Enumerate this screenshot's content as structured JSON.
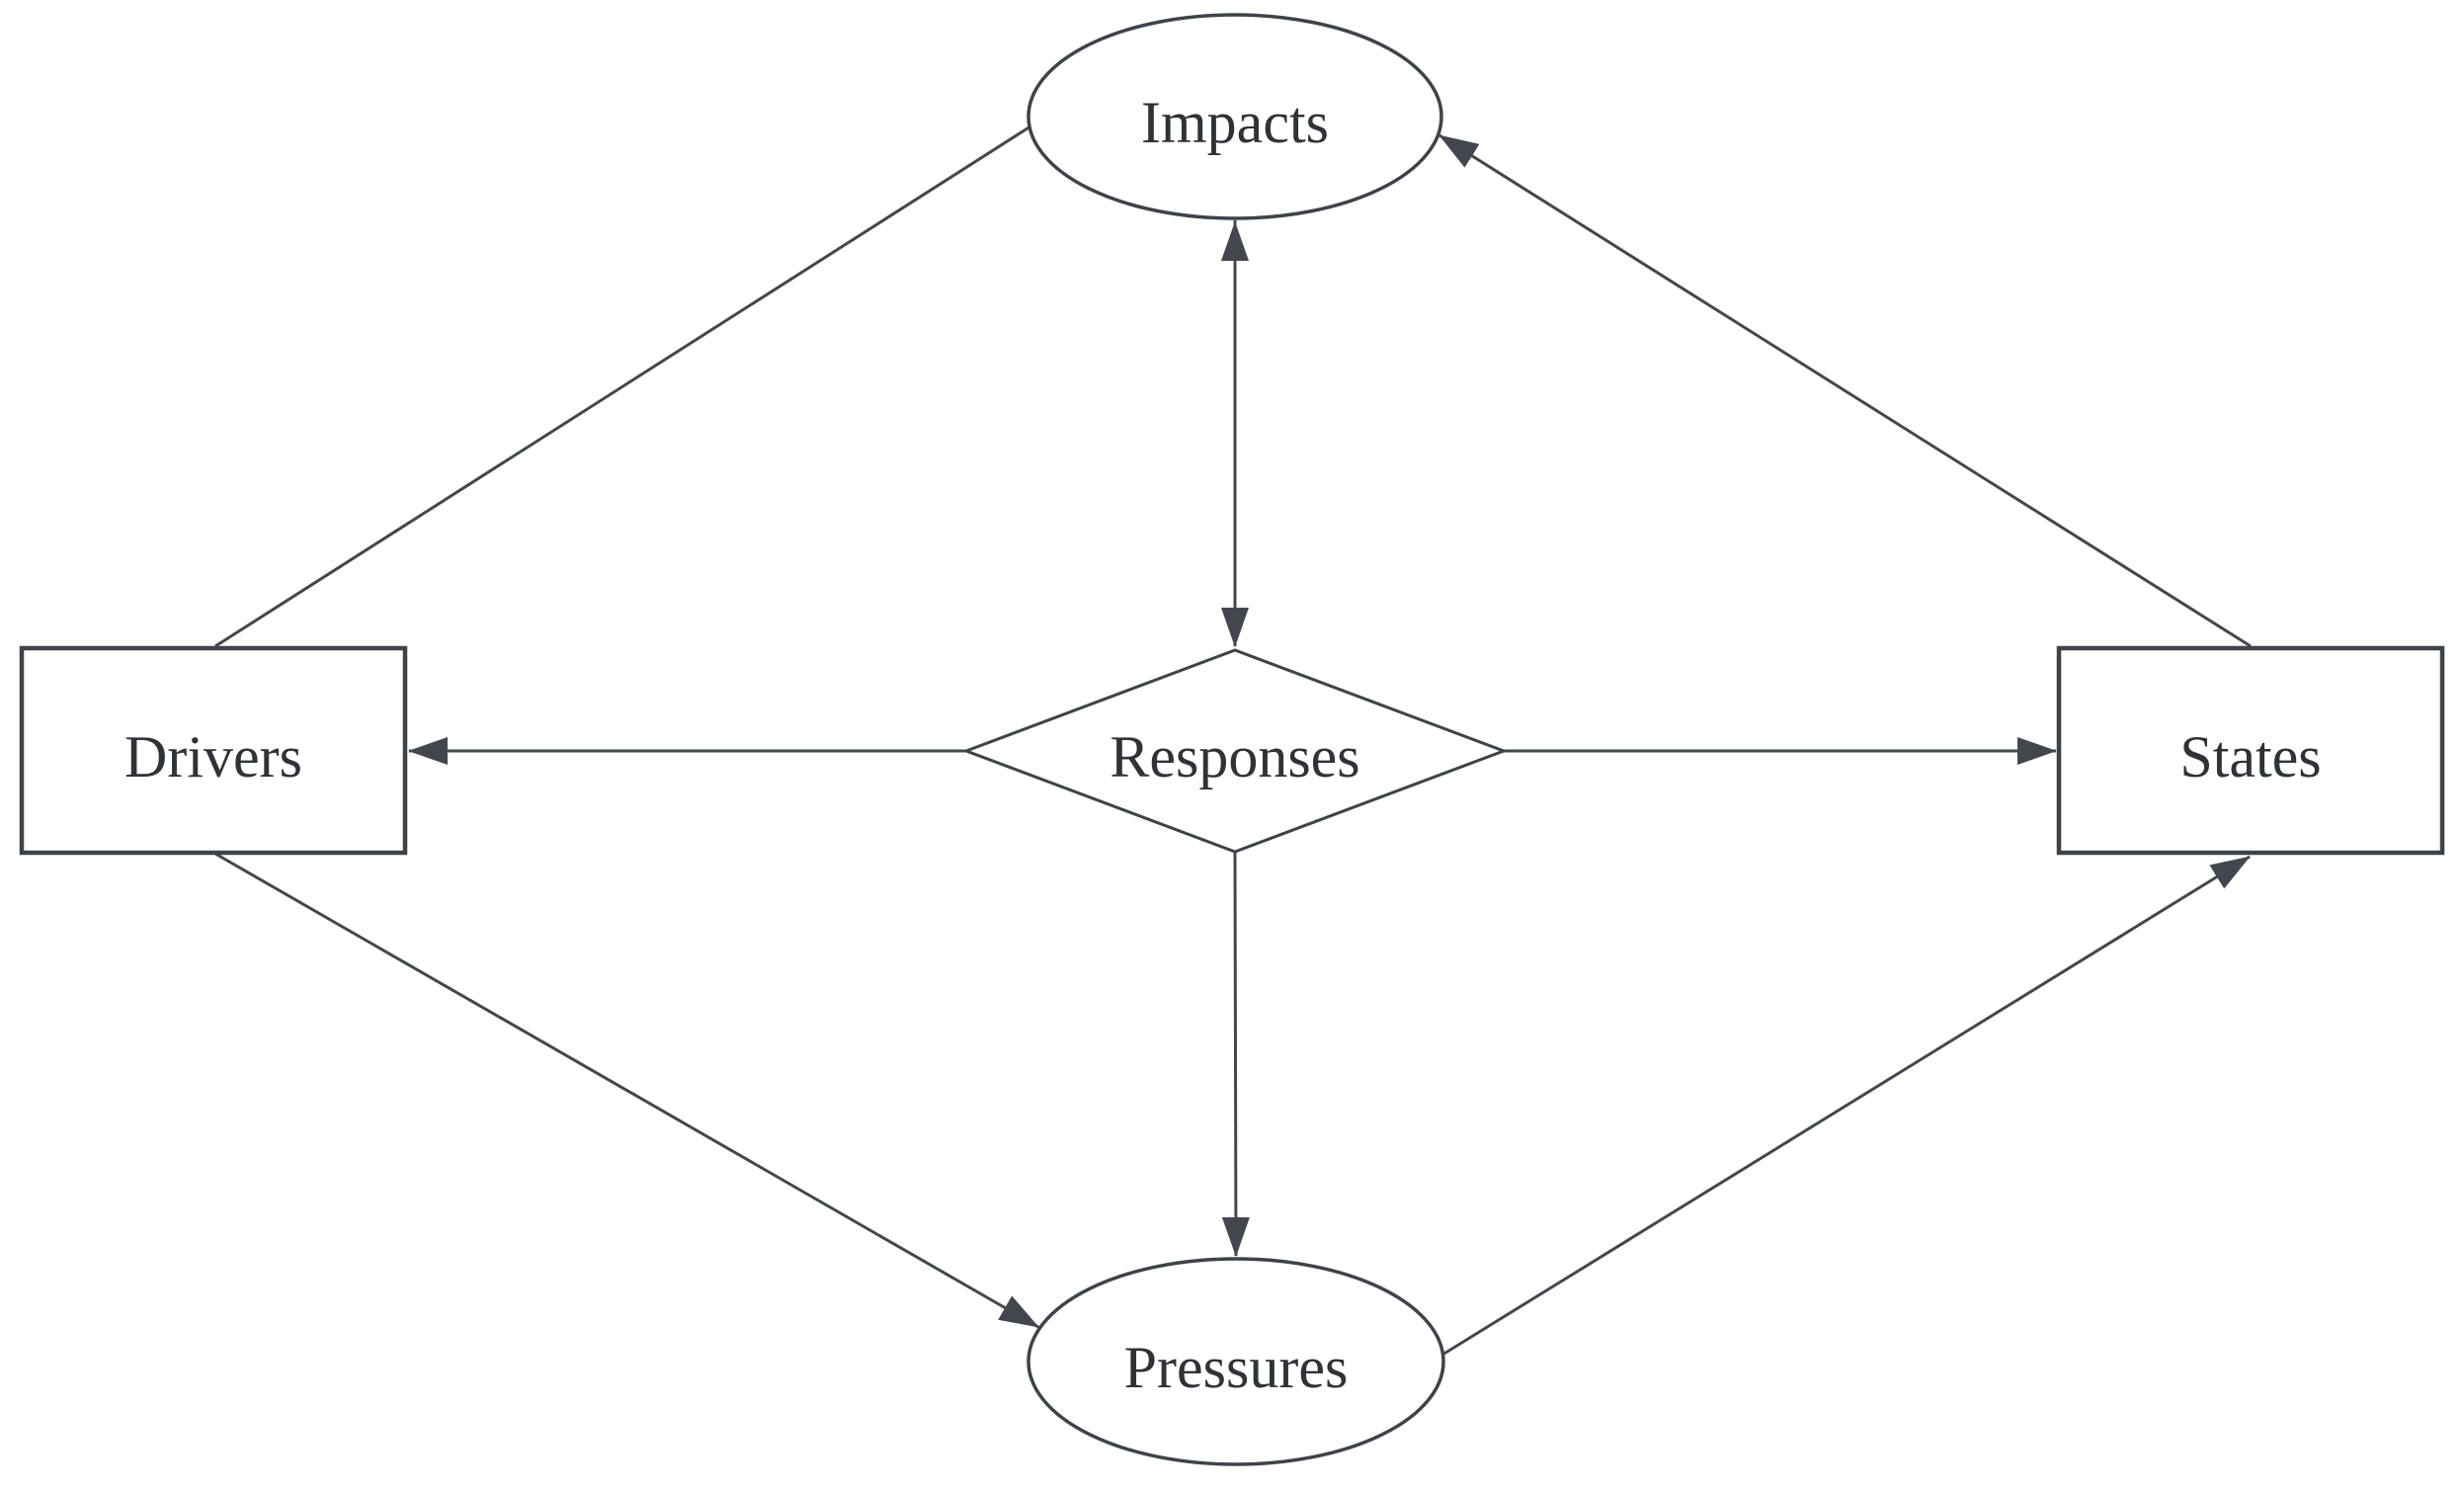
{
  "diagram": {
    "type": "flow-diagram",
    "framework": "DPSIR",
    "background_color": "#ffffff",
    "line_color": "#43474d",
    "node_border_color": "#3e434a",
    "node_fill_color": "#ffffff",
    "text_color": "#2f3237",
    "nodes": [
      {
        "id": "impacts",
        "label": "Impacts",
        "shape": "ellipse",
        "position": "top-center"
      },
      {
        "id": "drivers",
        "label": "Drivers",
        "shape": "rectangle",
        "position": "middle-left"
      },
      {
        "id": "responses",
        "label": "Responses",
        "shape": "diamond",
        "position": "center"
      },
      {
        "id": "states",
        "label": "States",
        "shape": "rectangle",
        "position": "middle-right"
      },
      {
        "id": "pressures",
        "label": "Pressures",
        "shape": "ellipse",
        "position": "bottom-center"
      }
    ],
    "edges": [
      {
        "from": "drivers",
        "to": "impacts",
        "arrowheads": "none"
      },
      {
        "from": "states",
        "to": "impacts",
        "arrowheads": "end"
      },
      {
        "from": "impacts",
        "to": "responses",
        "arrowheads": "both"
      },
      {
        "from": "responses",
        "to": "drivers",
        "arrowheads": "end"
      },
      {
        "from": "responses",
        "to": "states",
        "arrowheads": "end"
      },
      {
        "from": "responses",
        "to": "pressures",
        "arrowheads": "end"
      },
      {
        "from": "drivers",
        "to": "pressures",
        "arrowheads": "end"
      },
      {
        "from": "pressures",
        "to": "states",
        "arrowheads": "end"
      }
    ]
  }
}
